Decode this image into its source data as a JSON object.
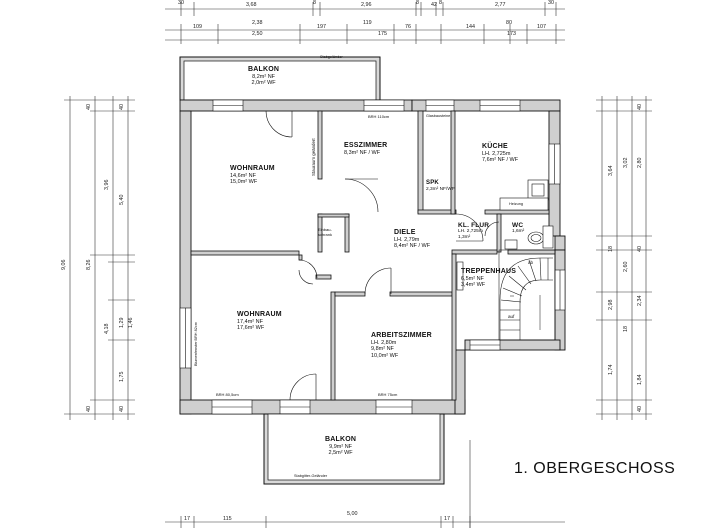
{
  "title": "1. OBERGESCHOSS",
  "rooms": {
    "balkon_top": {
      "name": "BALKON",
      "nf": "8,2m² NF",
      "wf": "2,0m² WF",
      "note": "Stabgeländer"
    },
    "wohnraum1": {
      "name": "WOHNRAUM",
      "nf": "14,6m² NF",
      "wf": "15,0m² WF"
    },
    "esszimmer": {
      "name": "ESSZIMMER",
      "nf": "8,3m² NF / WF",
      "brh": "BRH 110cm"
    },
    "spk": {
      "name": "SPK",
      "nf": "2,3m² NF/WF"
    },
    "kueche": {
      "name": "KÜCHE",
      "lh": "LH. 2,725m",
      "nf": "7,6m² NF / WF",
      "heizung": "Heizung",
      "glasbausteine": "Glasbausteine"
    },
    "kl_flur": {
      "name": "KL. FLUR",
      "lh": "LH. 2,725m",
      "nf": "1,3m²"
    },
    "wc": {
      "name": "WC",
      "nf": "1,6m²"
    },
    "diele": {
      "name": "DIELE",
      "lh": "LH. 2,79m",
      "nf": "8,4m² NF / WF"
    },
    "einbauschrank": {
      "name": "Einbau-schrank"
    },
    "stauraum": {
      "name": "Stauraum geändert"
    },
    "treppenhaus": {
      "name": "TREPPENHAUS",
      "nf": "6,5m² NF",
      "wf": "3,4m² WF",
      "ab": "ab",
      "auf": "auf"
    },
    "wohnraum2": {
      "name": "WOHNRAUM",
      "nf": "17,4m² NF",
      "wf": "17,6m² WF",
      "brh_side": "Blumenfenster BRH 82cm",
      "brh": "BRH 80,5cm"
    },
    "arbeitszimmer": {
      "name": "ARBEITSZIMMER",
      "lh": "LH. 2,80m",
      "nf": "9,8m² NF",
      "wf": "10,0m² WF",
      "brh": "BRH 75cm"
    },
    "balkon_bottom": {
      "name": "BALKON",
      "nf": "9,9m² NF",
      "wf": "2,5m² WF",
      "note": "Stabgitter-Geländer"
    }
  },
  "dims": {
    "top_row1": [
      "30",
      "3,68",
      "8",
      "2,96",
      "8",
      "42",
      "8",
      "2,77",
      "30"
    ],
    "top_row2": [
      "109",
      "2,38",
      "2,50",
      "197",
      "119",
      "175",
      "76",
      "144",
      "80",
      "173",
      "107"
    ],
    "bottom_row": [
      "17",
      "115",
      "5,00",
      "17"
    ],
    "left_outer": "9,06",
    "left_mid": [
      "8,26",
      "3,96",
      "5,40",
      "1,29",
      "1,75",
      "1,46",
      "4,18"
    ],
    "left_small": [
      "40",
      "40",
      "40",
      "40"
    ],
    "right_outer": [
      "3,64",
      "3,02",
      "2,80",
      "2,60",
      "2,98",
      "2,34",
      "1,74",
      "1,84"
    ],
    "right_small": [
      "40",
      "18",
      "40",
      "18",
      "40"
    ]
  }
}
